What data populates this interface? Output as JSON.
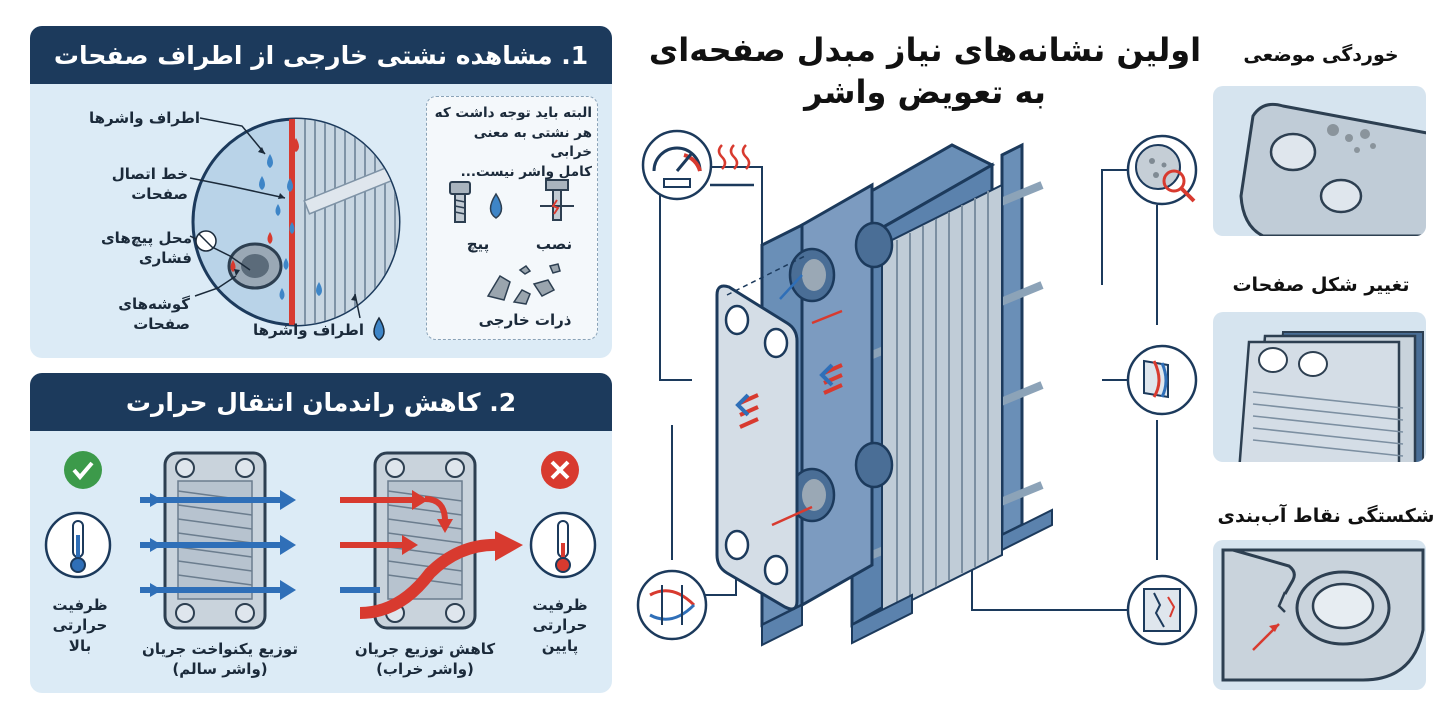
{
  "title": {
    "line1": "اولین نشانه‌های نیاز مبدل صفحه‌ای",
    "line2": "به تعویض واشر"
  },
  "panel1": {
    "header": "1. مشاهده نشتی خارجی از اطراف صفحات",
    "labels": {
      "gasket_edges_top": "اطراف واشرها",
      "plate_joint_line": "خط اتصال\nصفحات",
      "bolt_location": "محل پیچ‌های\nفشاری",
      "plate_corners": "گوشه‌های\nصفحات",
      "gasket_edges_bottom": "اطراف واشرها"
    },
    "note": "البته باید توجه داشت که\nهر نشتی به معنی خرابی\nکامل واشر نیست...",
    "causes": {
      "bolt": "پیچ",
      "installation": "نصب",
      "foreign_particles": "ذرات خارجی"
    }
  },
  "panel2": {
    "header": "2. کاهش راندمان انتقال حرارت",
    "good": {
      "capacity": "ظرفیت حرارتی\nبالا",
      "caption": "توزیع یکنواخت جریان\n(واشر سالم)"
    },
    "bad": {
      "capacity": "ظرفیت حرارتی\nپایین",
      "caption": "کاهش توزیع جریان\n(واشر خراب)"
    }
  },
  "side": {
    "corrosion": "خوردگی موضعی",
    "plate_deformation": "تغییر شکل صفحات",
    "seal_break": "شکستگی نقاط آب‌بندی"
  },
  "colors": {
    "navy": "#1c3a5c",
    "panel_bg": "#dcebf6",
    "accent_red": "#d83a2f",
    "accent_blue": "#2f6fb8",
    "good_green": "#3c9a4a"
  }
}
